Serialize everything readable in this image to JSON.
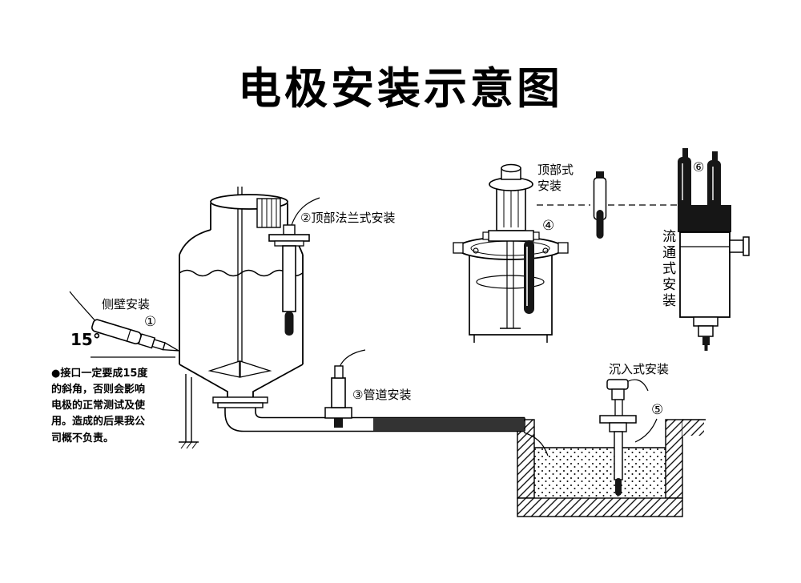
{
  "title": "电极安装示意图",
  "labels": {
    "side_wall": "侧壁安装",
    "num1": "①",
    "angle": "15°",
    "top_flange": "②顶部法兰式安装",
    "pipe": "③管道安装",
    "top_type": "顶部式\n安装",
    "num4": "④",
    "immersion": "沉入式安装",
    "num5": "⑤",
    "flow_through": "流通式安装",
    "num6": "⑥"
  },
  "note": "●接口一定要成15度\n的斜角，否则会影响\n电极的正常测试及使\n用。造成的后果我公\n司概不负责。",
  "colors": {
    "ink": "#000000",
    "dark_fill": "#161616",
    "background": "#ffffff"
  }
}
